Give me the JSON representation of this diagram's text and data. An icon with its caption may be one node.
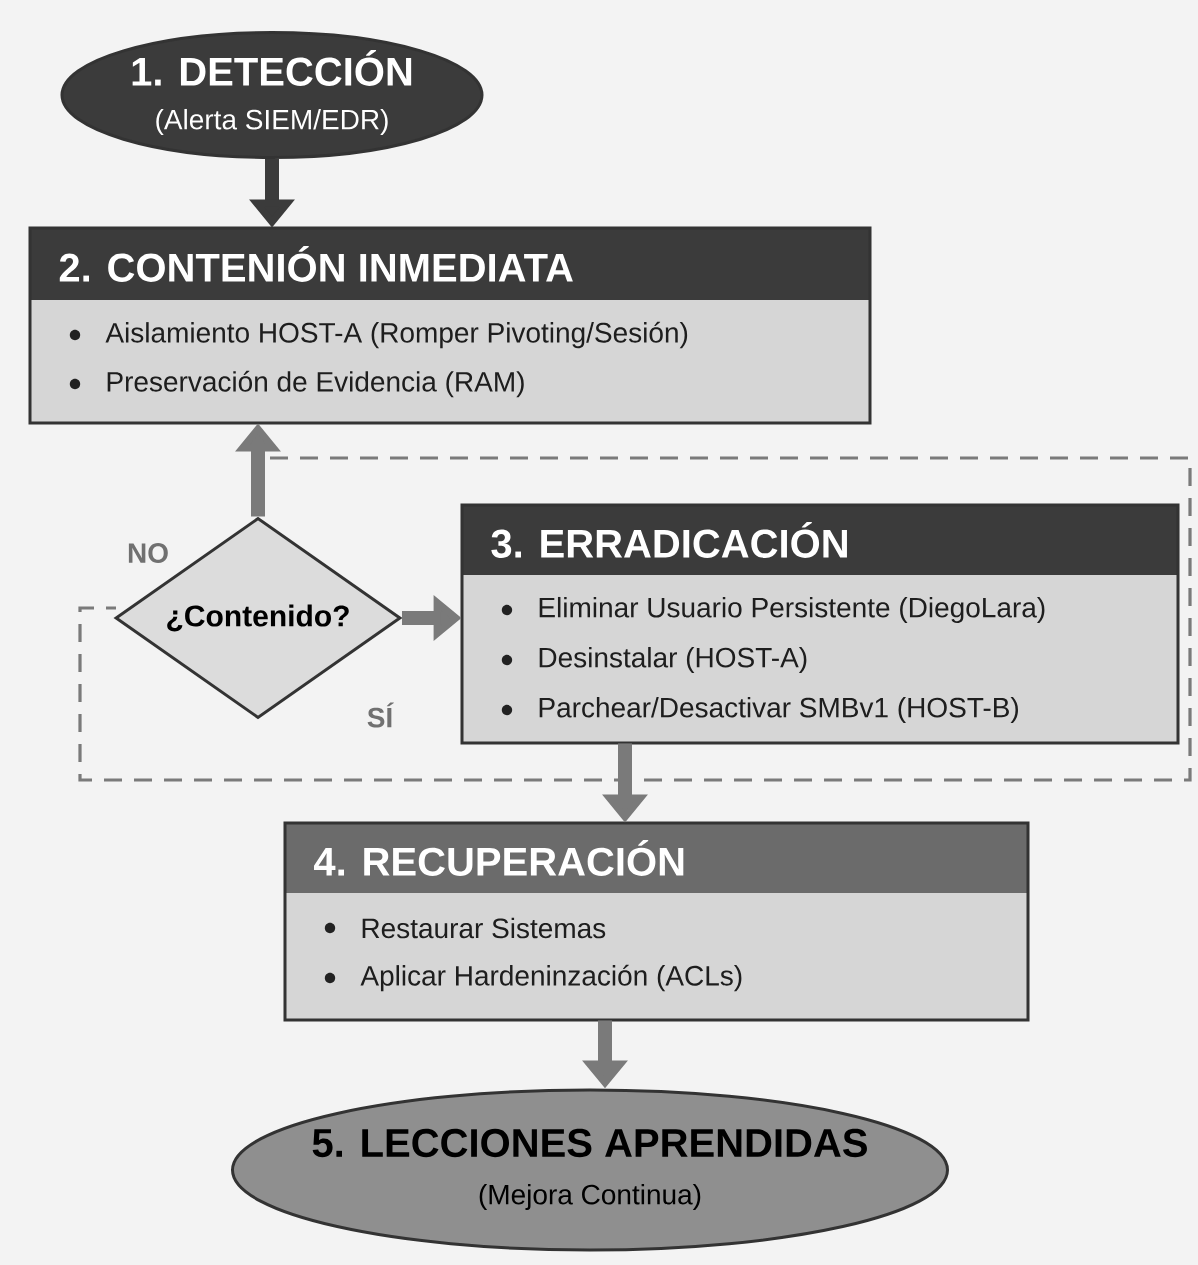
{
  "diagram": {
    "nodes": [
      {
        "text": [
          "1. DETECCIÓN",
          "(Alerta SIEM/EDR)"
        ]
      },
      {
        "text": [
          "2. CONTENIÓN INMEDIATA",
          "Aislamiento HOST-A (Romper Pivoting/Sesión)",
          "Preservación de Evidencia (RAM)"
        ]
      },
      {
        "text": [
          "¿Contenido?"
        ]
      },
      {
        "text": [
          "3. ERRADICACIÓN",
          "Eliminar Usuario Persistente (DiegoLara)",
          "Desinstalar (HOST-A)",
          "Parchear/Desactivar SMBv1 (HOST-B)"
        ]
      },
      {
        "text": [
          "4. RECUPERACIÓN",
          "Restaurar Sistemas",
          "Aplicar Hardeninzación (ACLs)"
        ]
      },
      {
        "text": [
          "5. LECCIONES APRENDIDAS",
          "(Mejora Continua)"
        ]
      }
    ],
    "edges": [
      {
        "from": 0,
        "to": 1,
        "arrow": "to",
        "color": "#3b3b3b"
      },
      {
        "from": 2,
        "to": 1,
        "arrow": "to",
        "label": "NO"
      },
      {
        "from": 2,
        "to": 3,
        "arrow": "to",
        "label": "SÍ"
      },
      {
        "from": 3,
        "to": 4,
        "arrow": "to"
      },
      {
        "from": 4,
        "to": 5,
        "arrow": "to"
      }
    ]
  }
}
